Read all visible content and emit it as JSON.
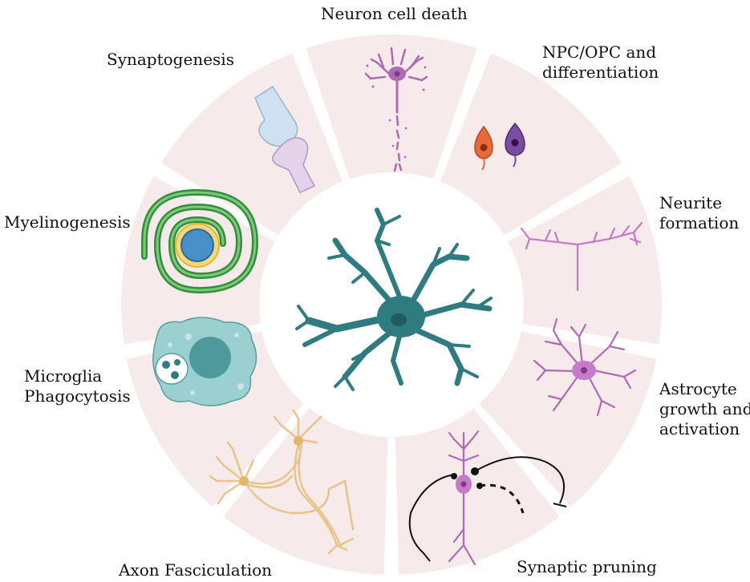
{
  "labels": {
    "neuron_cell_death": "Neuron cell death",
    "synaptogenesis": "Synaptogenesis",
    "npc_opc": [
      "NPC/OPC and",
      "differentiation"
    ],
    "myelinogenesis": "Myelinogenesis",
    "neurite": [
      "Neurite",
      "formation"
    ],
    "microglia": [
      "Microglia",
      "Phagocytosis"
    ],
    "astrocyte": [
      "Astrocyte",
      "growth and",
      "activation"
    ],
    "axon_fasciculation": "Axon Fasciculation",
    "synaptic_pruning": "Synaptic pruning"
  },
  "colors": {
    "ring_fill": "#f7eaea",
    "center_neuron": "#2e7c80",
    "magenta_cell": "#b06ab3",
    "myelin_green": "#2f8f3c",
    "microglia_teal": "#86c4c4",
    "axon_tan": "#e8c48a",
    "npc_orange": "#e86a3a",
    "opc_purple": "#7a4da0",
    "synapse_blue": "#cfe0f0",
    "synapse_lilac": "#e3d2ea"
  },
  "icons": [
    "central-neuron-icon",
    "fragmented-neuron-icon",
    "synapse-icon",
    "npc-cell-icon",
    "opc-cell-icon",
    "myelin-spiral-icon",
    "neurite-icon",
    "microglia-icon",
    "astrocyte-icon",
    "fasciculated-axons-icon",
    "pruning-neuron-icon"
  ]
}
